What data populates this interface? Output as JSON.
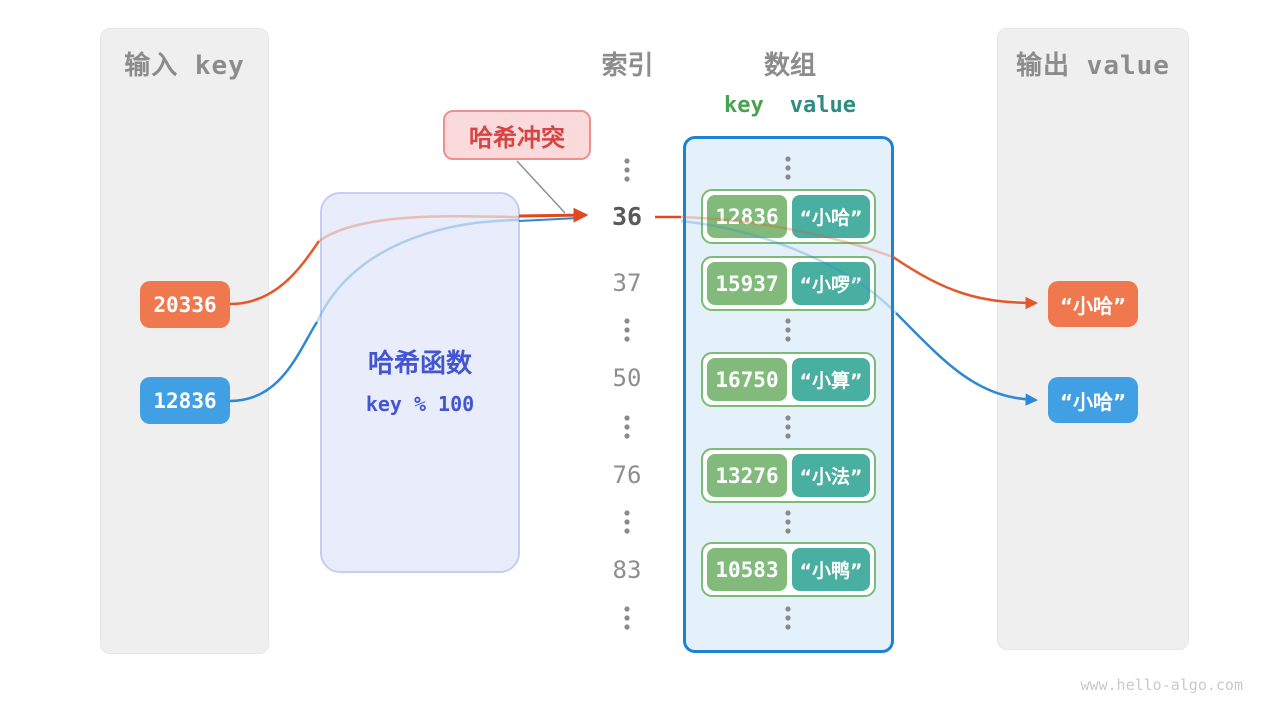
{
  "left_panel": {
    "title": "输入 key",
    "keys": [
      {
        "value": "20336",
        "color": "#F0784F"
      },
      {
        "value": "12836",
        "color": "#41A0E4"
      }
    ]
  },
  "hash_box": {
    "title": "哈希函数",
    "formula": "key % 100"
  },
  "collision_label": "哈希冲突",
  "index_column": {
    "header": "索引",
    "items": [
      "36",
      "37",
      "50",
      "76",
      "83"
    ],
    "highlighted": "36"
  },
  "array": {
    "header": "数组",
    "key_header": "key",
    "value_header": "value",
    "rows": [
      {
        "key": "12836",
        "value": "“小哈”"
      },
      {
        "key": "15937",
        "value": "“小啰”"
      },
      {
        "key": "16750",
        "value": "“小算”"
      },
      {
        "key": "13276",
        "value": "“小法”"
      },
      {
        "key": "10583",
        "value": "“小鸭”"
      }
    ]
  },
  "output_panel": {
    "title": "输出 value",
    "values": [
      {
        "value": "“小哈”",
        "color": "#F0784F"
      },
      {
        "value": "“小哈”",
        "color": "#41A0E4"
      }
    ]
  },
  "watermark": "www.hello-algo.com",
  "colors": {
    "orange": "#F0784F",
    "blue": "#41A0E4",
    "key_green": "#82BA7C",
    "value_teal": "#49AFA0",
    "array_border": "#1E82D2",
    "arrow_red": "#E0481F",
    "arrow_orange": "#E4572B",
    "arrow_blue": "#2F88D4",
    "hash_text": "#4356D0",
    "collision_text": "#D64444"
  }
}
